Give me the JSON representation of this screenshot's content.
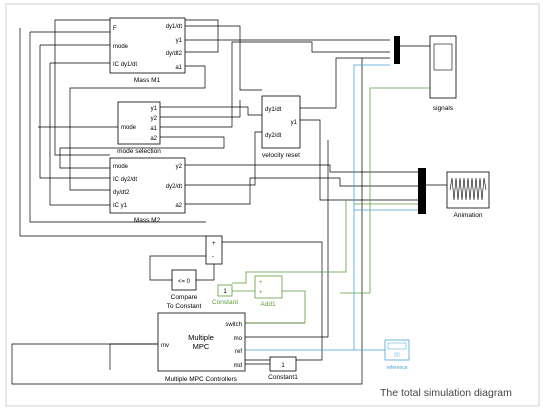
{
  "caption": "The total simulation diagram",
  "colors": {
    "green": "#5f9e3a",
    "blue": "#4aa3d8",
    "black": "#000000"
  },
  "blocks": {
    "mass_m1": {
      "name": "Mass M1",
      "in": [
        "F",
        "mode",
        "IC dy1/dt"
      ],
      "out": [
        "dy1/dt",
        "y1",
        "dy/dt2",
        "a1"
      ]
    },
    "mode_selection": {
      "name": "mode selection",
      "in": [
        "mode"
      ],
      "out": [
        "y1",
        "y2",
        "a1",
        "a2"
      ]
    },
    "mass_m2": {
      "name": "Mass M2",
      "in": [
        "mode",
        "IC dy2/dt",
        "dy/dt2",
        "IC y1"
      ],
      "out": [
        "y2",
        "dy2/dt",
        "a2"
      ]
    },
    "velocity_reset": {
      "name": "velocity reset",
      "in": [
        "dy1/dt",
        "dy2/dt"
      ],
      "out": [
        "y1"
      ]
    },
    "signals": {
      "name": "signals"
    },
    "animation": {
      "name": "Animation"
    },
    "compare": {
      "name": "Compare\nTo Constant",
      "text": "<= 0"
    },
    "constant": {
      "name": "Constant",
      "value": "1"
    },
    "add1": {
      "name": "Add1",
      "signs": [
        "+",
        "+"
      ]
    },
    "constant1": {
      "name": "Constant1",
      "value": "1"
    },
    "mpc": {
      "name": "Multiple MPC Controllers",
      "title1": "Multiple",
      "title2": "MPC",
      "in": [
        "switch",
        "mo",
        "ref",
        "md"
      ],
      "out": [
        "mv"
      ]
    },
    "reference": {
      "name": "reference"
    },
    "sum_small": {
      "signs": [
        "+",
        "-"
      ]
    }
  }
}
